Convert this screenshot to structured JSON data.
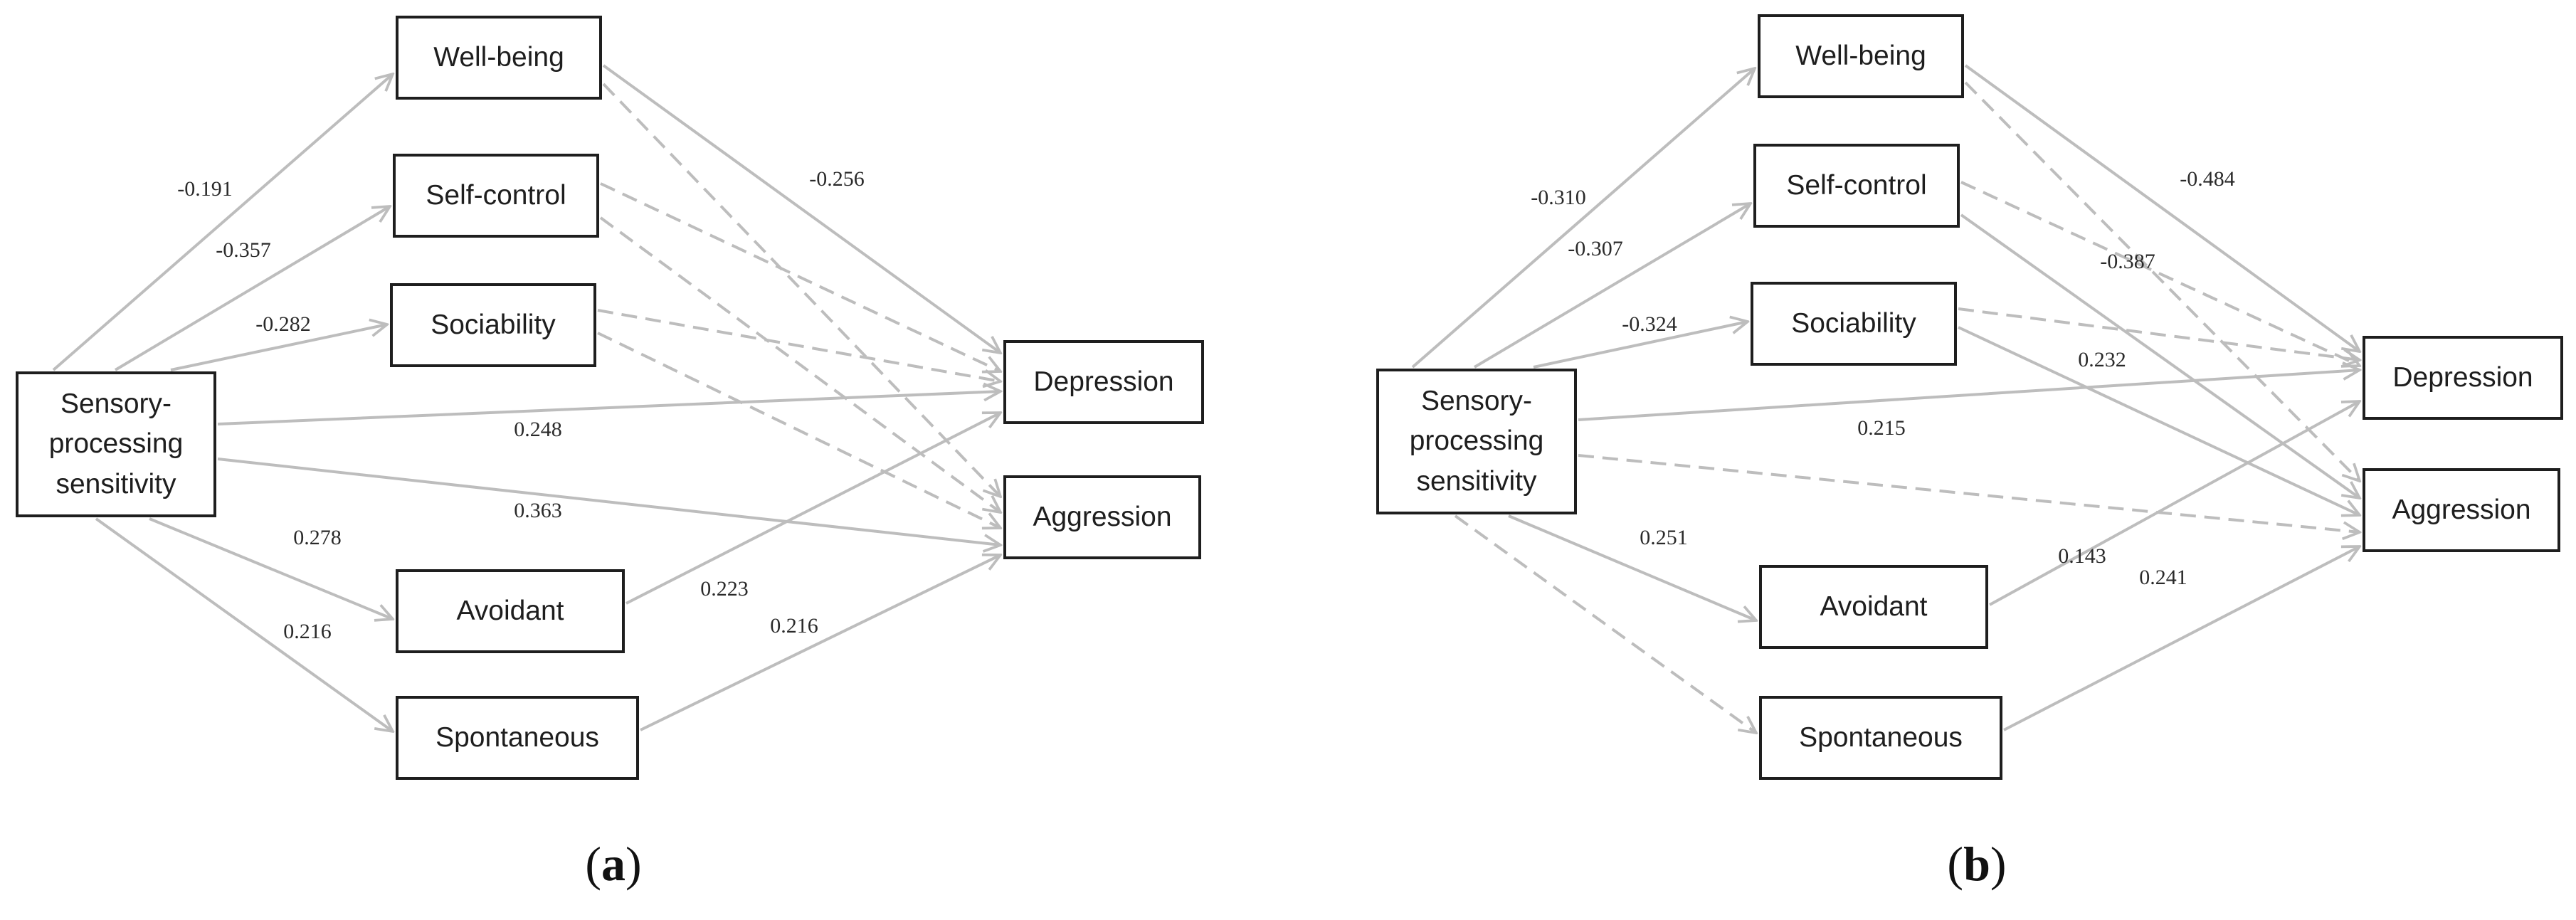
{
  "panels": [
    {
      "id": "a",
      "caption_open": "(",
      "caption_letter": "a",
      "caption_close": ")",
      "nodes": {
        "sps": "Sensory-\nprocessing\nsensitivity",
        "wellbeing": "Well-being",
        "selfcontrol": "Self-control",
        "sociability": "Sociability",
        "avoidant": "Avoidant",
        "spontaneous": "Spontaneous",
        "depression": "Depression",
        "aggression": "Aggression"
      },
      "edges": [
        {
          "from": "sps",
          "to": "wellbeing",
          "style": "solid",
          "label": "-0.191"
        },
        {
          "from": "sps",
          "to": "selfcontrol",
          "style": "solid",
          "label": "-0.357"
        },
        {
          "from": "sps",
          "to": "sociability",
          "style": "solid",
          "label": "-0.282"
        },
        {
          "from": "sps",
          "to": "depression",
          "style": "solid",
          "label": "0.248"
        },
        {
          "from": "sps",
          "to": "aggression",
          "style": "solid",
          "label": "0.363"
        },
        {
          "from": "sps",
          "to": "avoidant",
          "style": "solid",
          "label": "0.278"
        },
        {
          "from": "sps",
          "to": "spontaneous",
          "style": "solid",
          "label": "0.216"
        },
        {
          "from": "wellbeing",
          "to": "depression",
          "style": "solid",
          "label": "-0.256"
        },
        {
          "from": "wellbeing",
          "to": "aggression",
          "style": "dashed",
          "label": ""
        },
        {
          "from": "selfcontrol",
          "to": "depression",
          "style": "dashed",
          "label": ""
        },
        {
          "from": "selfcontrol",
          "to": "aggression",
          "style": "dashed",
          "label": ""
        },
        {
          "from": "sociability",
          "to": "depression",
          "style": "dashed",
          "label": ""
        },
        {
          "from": "sociability",
          "to": "aggression",
          "style": "dashed",
          "label": ""
        },
        {
          "from": "avoidant",
          "to": "depression",
          "style": "solid",
          "label": "0.223"
        },
        {
          "from": "spontaneous",
          "to": "aggression",
          "style": "solid",
          "label": "0.216"
        }
      ]
    },
    {
      "id": "b",
      "caption_open": "(",
      "caption_letter": "b",
      "caption_close": ")",
      "nodes": {
        "sps": "Sensory-\nprocessing\nsensitivity",
        "wellbeing": "Well-being",
        "selfcontrol": "Self-control",
        "sociability": "Sociability",
        "avoidant": "Avoidant",
        "spontaneous": "Spontaneous",
        "depression": "Depression",
        "aggression": "Aggression"
      },
      "edges": [
        {
          "from": "sps",
          "to": "wellbeing",
          "style": "solid",
          "label": "-0.310"
        },
        {
          "from": "sps",
          "to": "selfcontrol",
          "style": "solid",
          "label": "-0.307"
        },
        {
          "from": "sps",
          "to": "sociability",
          "style": "solid",
          "label": "-0.324"
        },
        {
          "from": "sps",
          "to": "depression",
          "style": "solid",
          "label": "0.215"
        },
        {
          "from": "sps",
          "to": "aggression",
          "style": "dashed",
          "label": ""
        },
        {
          "from": "sps",
          "to": "avoidant",
          "style": "solid",
          "label": "0.251"
        },
        {
          "from": "sps",
          "to": "spontaneous",
          "style": "dashed",
          "label": ""
        },
        {
          "from": "wellbeing",
          "to": "depression",
          "style": "solid",
          "label": "-0.484"
        },
        {
          "from": "wellbeing",
          "to": "aggression",
          "style": "dashed",
          "label": ""
        },
        {
          "from": "selfcontrol",
          "to": "depression",
          "style": "dashed",
          "label": ""
        },
        {
          "from": "selfcontrol",
          "to": "aggression",
          "style": "solid",
          "label": "-0.387"
        },
        {
          "from": "sociability",
          "to": "depression",
          "style": "dashed",
          "label": ""
        },
        {
          "from": "sociability",
          "to": "aggression",
          "style": "solid",
          "label": "0.232"
        },
        {
          "from": "avoidant",
          "to": "depression",
          "style": "solid",
          "label": "0.143"
        },
        {
          "from": "spontaneous",
          "to": "aggression",
          "style": "solid",
          "label": "0.241"
        }
      ]
    }
  ],
  "colors": {
    "edge": "#bdbdbd",
    "box_border": "#1e1e1e",
    "text": "#1e1e1e"
  }
}
